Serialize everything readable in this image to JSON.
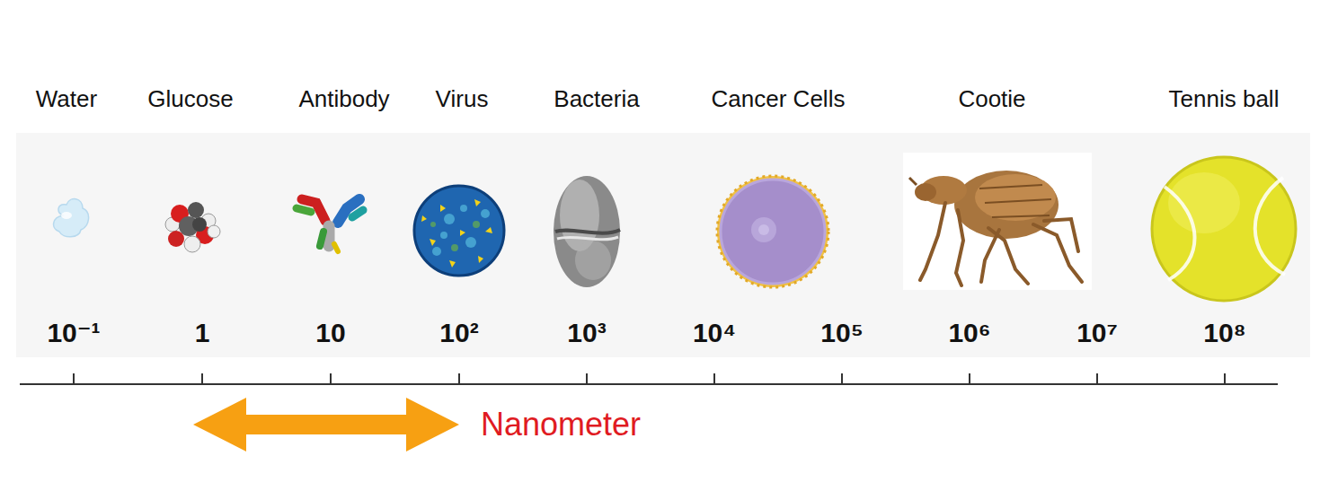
{
  "diagram": {
    "labels": [
      "Water",
      "Glucose",
      "Antibody",
      "Virus",
      "Bacteria",
      "Cancer Cells",
      "Cootie",
      "Tennis ball",
      "10⁻¹",
      "1",
      "10",
      "10²",
      "10³",
      "10⁴",
      "10⁵",
      "10⁶",
      "10⁷",
      "10⁸",
      "Nanometer"
    ]
  }
}
